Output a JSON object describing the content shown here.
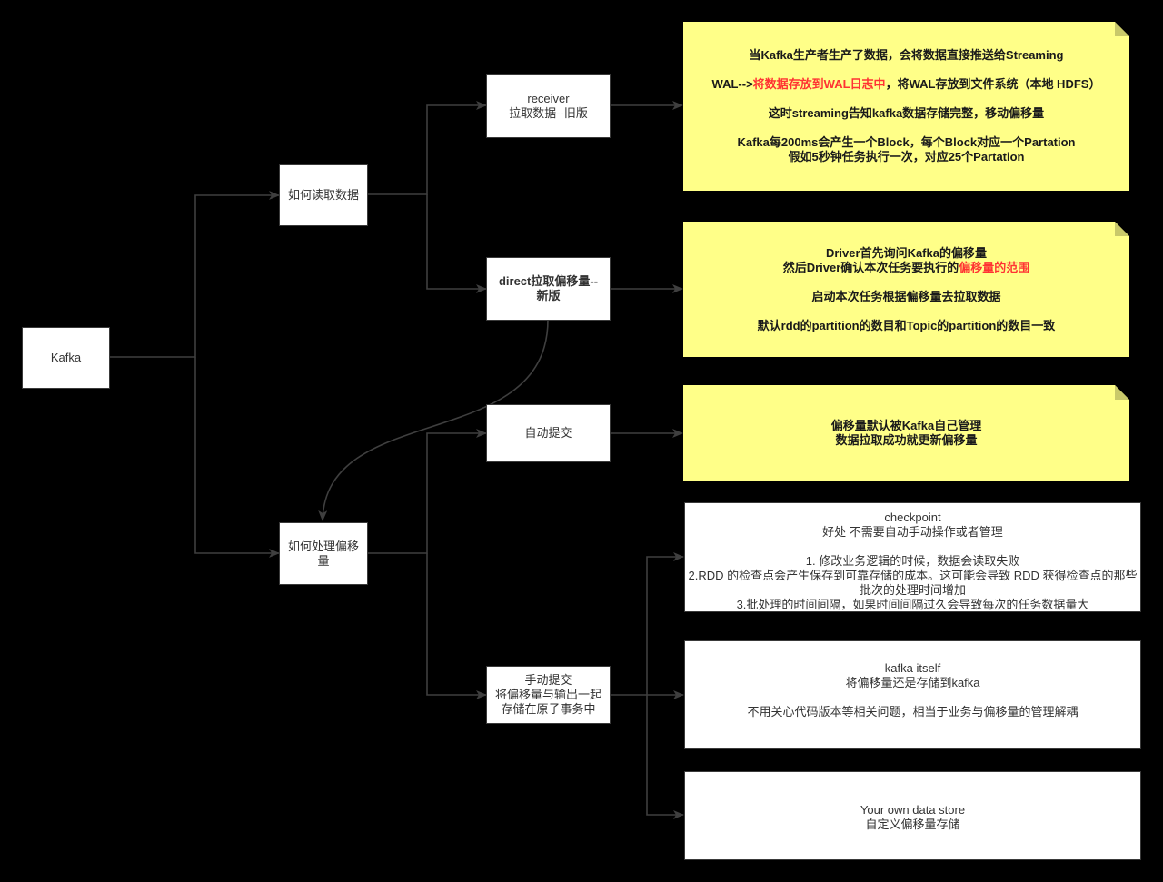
{
  "colors": {
    "background": "#000000",
    "connector": "#3f3f3f",
    "note_fill": "#ffff88",
    "highlight": "#ff3333"
  },
  "nodes": {
    "kafka": "Kafka",
    "read": "如何读取数据",
    "receiver": [
      "receiver",
      "拉取数据--旧版"
    ],
    "direct": [
      "direct拉取偏移量--",
      "新版"
    ],
    "handle": [
      "如何处理偏移",
      "量"
    ],
    "auto_commit": "自动提交",
    "manual_commit": [
      "手动提交",
      "将偏移量与输出一起",
      "存储在原子事务中"
    ]
  },
  "notes": {
    "receiver_note": {
      "line1": "当Kafka生产者生产了数据，会将数据直接推送给Streaming",
      "line2_pre": "WAL-->",
      "line2_red": "将数据存放到WAL日志中",
      "line2_post": "，将WAL存放到文件系统（本地 HDFS）",
      "line3": "这时streaming告知kafka数据存储完整，移动偏移量",
      "line4": "Kafka每200ms会产生一个Block，每个Block对应一个Partation",
      "line5": "假如5秒钟任务执行一次，对应25个Partation"
    },
    "direct_note": {
      "line1": "Driver首先询问Kafka的偏移量",
      "line2_pre": "然后Driver确认本次任务要执行的",
      "line2_red": "偏移量的范围",
      "line3": "启动本次任务根据偏移量去拉取数据",
      "line4": "默认rdd的partition的数目和Topic的partition的数目一致"
    },
    "auto_note": {
      "line1": "偏移量默认被Kafka自己管理",
      "line2": "数据拉取成功就更新偏移量"
    }
  },
  "stores": {
    "checkpoint": {
      "title": "checkpoint",
      "subtitle": "好处 不需要自动手动操作或者管理",
      "item1": "1. 修改业务逻辑的时候，数据会读取失败",
      "item2a": "2.RDD 的检查点会产生保存到可靠存储的成本。这可能会导致 RDD 获得检查点的那些",
      "item2b": "批次的处理时间增加",
      "item3": "3.批处理的时间间隔，如果时间间隔过久会导致每次的任务数据量大"
    },
    "kafka_itself": {
      "title": "kafka itself",
      "subtitle": "将偏移量还是存储到kafka",
      "desc": "不用关心代码版本等相关问题，相当于业务与偏移量的管理解耦"
    },
    "own_store": {
      "title": "Your own data store",
      "subtitle": "自定义偏移量存储"
    }
  }
}
